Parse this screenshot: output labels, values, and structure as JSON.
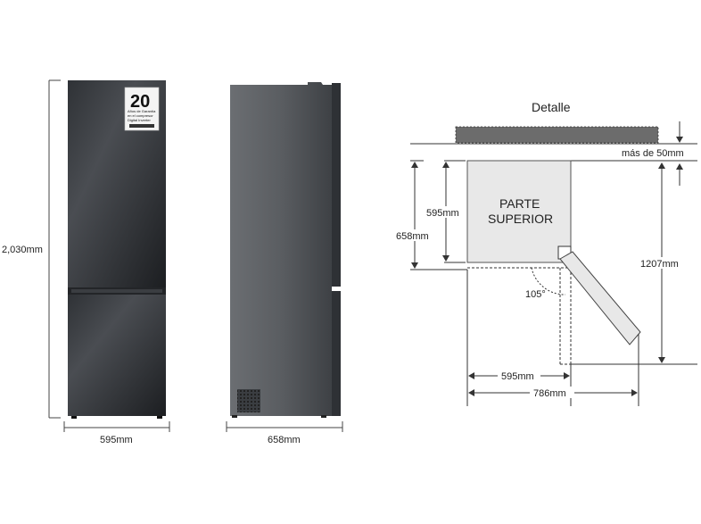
{
  "front": {
    "height_label": "2,030mm",
    "width_label": "595mm",
    "badge": {
      "number": "20",
      "line1": "Años de Garantía",
      "line2": "en el compresor",
      "line3": "Digital Inverter"
    }
  },
  "side": {
    "depth_label": "658mm"
  },
  "detail": {
    "title": "Detalle",
    "top_gap_label": "más de 50mm",
    "body_label_line1": "PARTE",
    "body_label_line2": "SUPERIOR",
    "body_depth_label": "595mm",
    "total_depth_label": "658mm",
    "open_depth_label": "1207mm",
    "angle_label": "105°",
    "width_label": "595mm",
    "open_width_label": "786mm"
  },
  "colors": {
    "fridge_dark": "#2a2d31",
    "side_grey": "#5a5d61",
    "top_view_fill": "#e8e8e8",
    "counter_fill": "#6c6c6c"
  }
}
